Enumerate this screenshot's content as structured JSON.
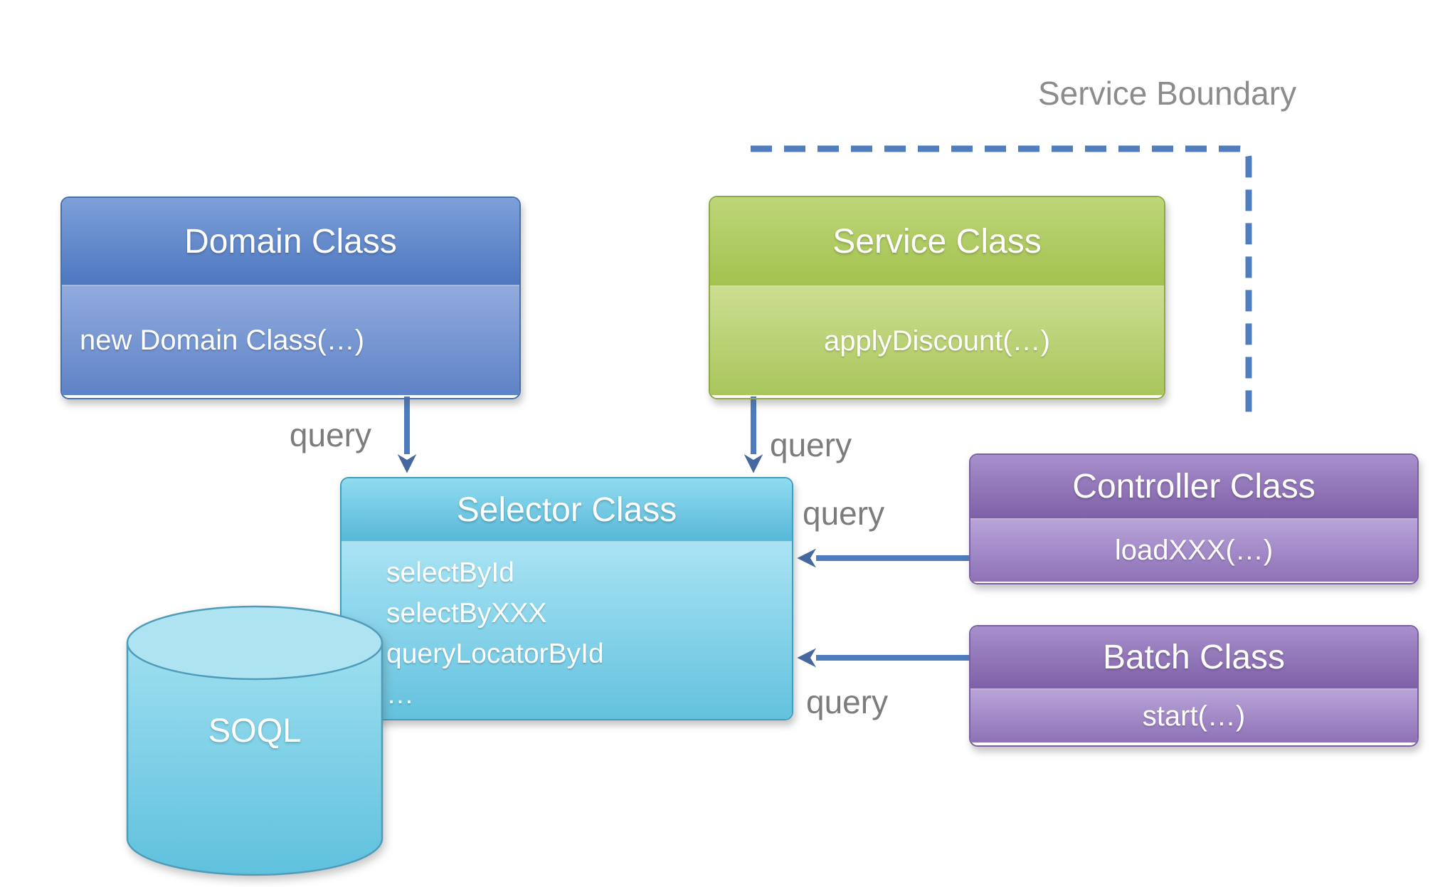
{
  "boundary": {
    "label": "Service Boundary",
    "color": "#4f7dbd"
  },
  "boxes": {
    "domain": {
      "title": "Domain Class",
      "body": "new Domain Class(…)",
      "color": "#5e83c7"
    },
    "service": {
      "title": "Service Class",
      "body": "applyDiscount(…)",
      "color": "#a9c65c"
    },
    "selector": {
      "title": "Selector Class",
      "methods": [
        "selectById",
        "selectByXXX",
        "queryLocatorById",
        "…"
      ],
      "color": "#60c1dd"
    },
    "controller": {
      "title": "Controller Class",
      "body": "loadXXX(…)",
      "color": "#8e71b6"
    },
    "batch": {
      "title": "Batch Class",
      "body": "start(…)",
      "color": "#8e71b6"
    }
  },
  "database": {
    "label": "SOQL",
    "color": "#7fd0e6"
  },
  "arrows": {
    "domain_to_selector": {
      "label": "query"
    },
    "service_to_selector": {
      "label": "query"
    },
    "controller_to_selector": {
      "label": "query"
    },
    "batch_to_selector": {
      "label": "query"
    },
    "color": "#4d7cbe"
  },
  "label_color": "#7c7c7c"
}
